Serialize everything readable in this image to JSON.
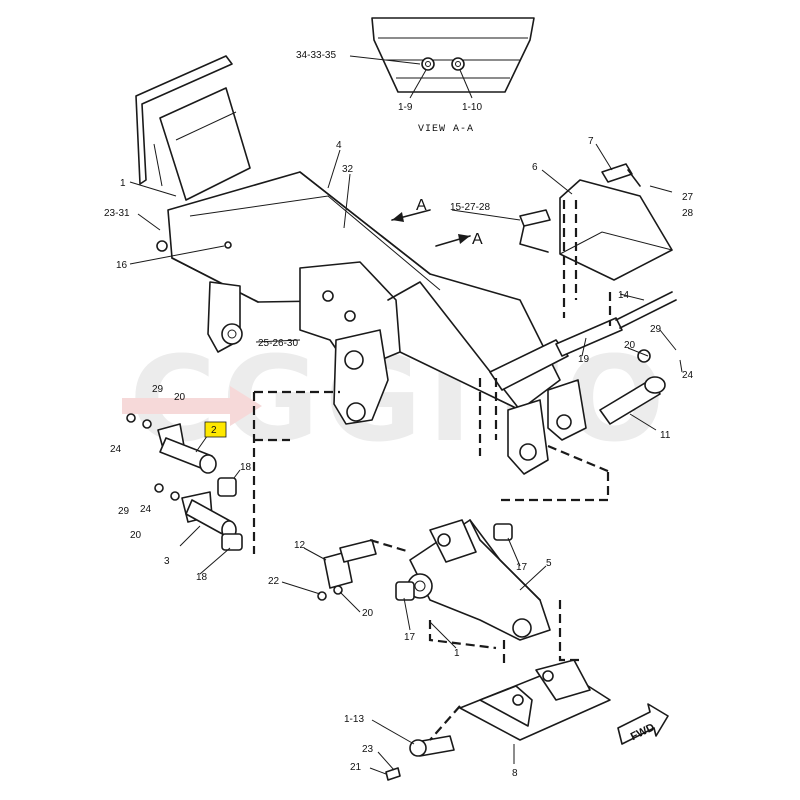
{
  "watermark": "CGGITO",
  "view_title": "VIEW A-A",
  "view_callouts": [
    "34-33-35",
    "1-9",
    "1-10"
  ],
  "section_marker": "A",
  "fwd_label": "FWD",
  "highlighted_callout": "2",
  "callouts": [
    "1",
    "4",
    "32",
    "23-31",
    "16",
    "7",
    "6",
    "27",
    "28",
    "15-27-28",
    "25-26-30",
    "14",
    "29",
    "20",
    "24",
    "19",
    "11",
    "29",
    "20",
    "24",
    "2",
    "18",
    "29",
    "24",
    "20",
    "3",
    "18",
    "12",
    "17",
    "5",
    "22",
    "20",
    "17",
    "1",
    "1-13",
    "23",
    "21",
    "8"
  ],
  "colors": {
    "highlight": "#ffe800",
    "line": "#1a1a1a",
    "watermark": "#ececec"
  }
}
